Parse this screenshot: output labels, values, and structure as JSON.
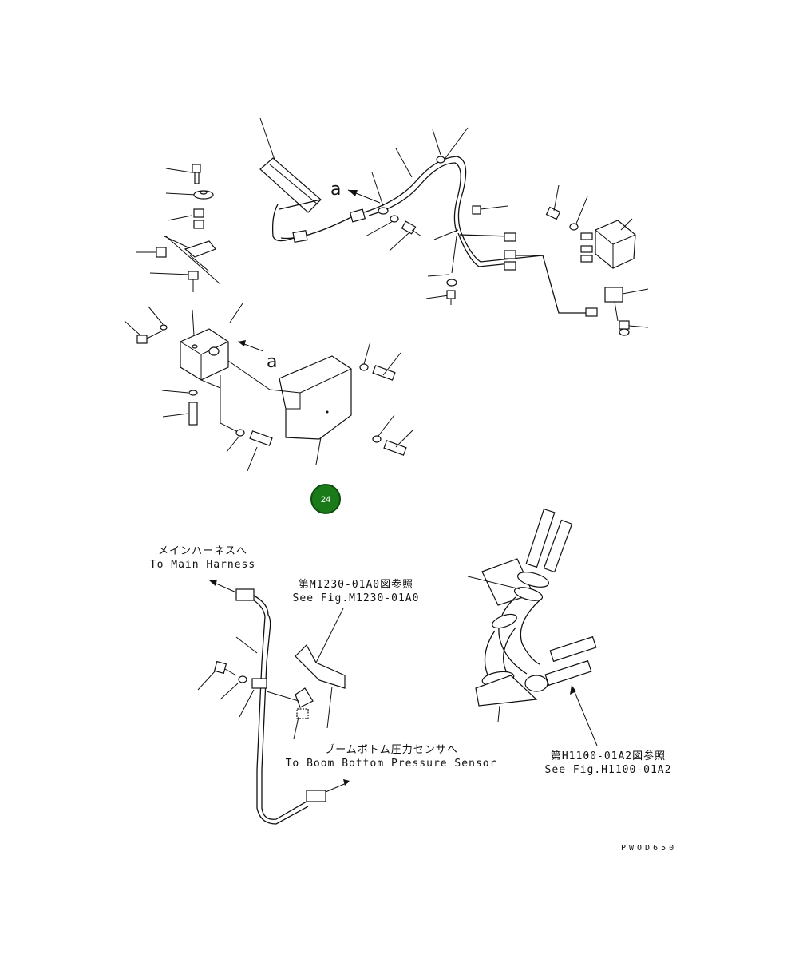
{
  "drawing": {
    "view_marker": "a",
    "page_badge": "24",
    "badge_color": "#1a7a1a",
    "drawing_code": "PWOD650"
  },
  "callouts": {
    "to_main_harness_jp": "メインハーネスへ",
    "to_main_harness_en": "To Main Harness",
    "see_m1230_jp": "第M1230-01A0図参照",
    "see_m1230_en": "See Fig.M1230-01A0",
    "to_boom_sensor_jp": "ブームボトム圧力センサへ",
    "to_boom_sensor_en": "To Boom Bottom Pressure Sensor",
    "see_h1100_jp": "第H1100-01A2図参照",
    "see_h1100_en": "See Fig.H1100-01A2"
  }
}
